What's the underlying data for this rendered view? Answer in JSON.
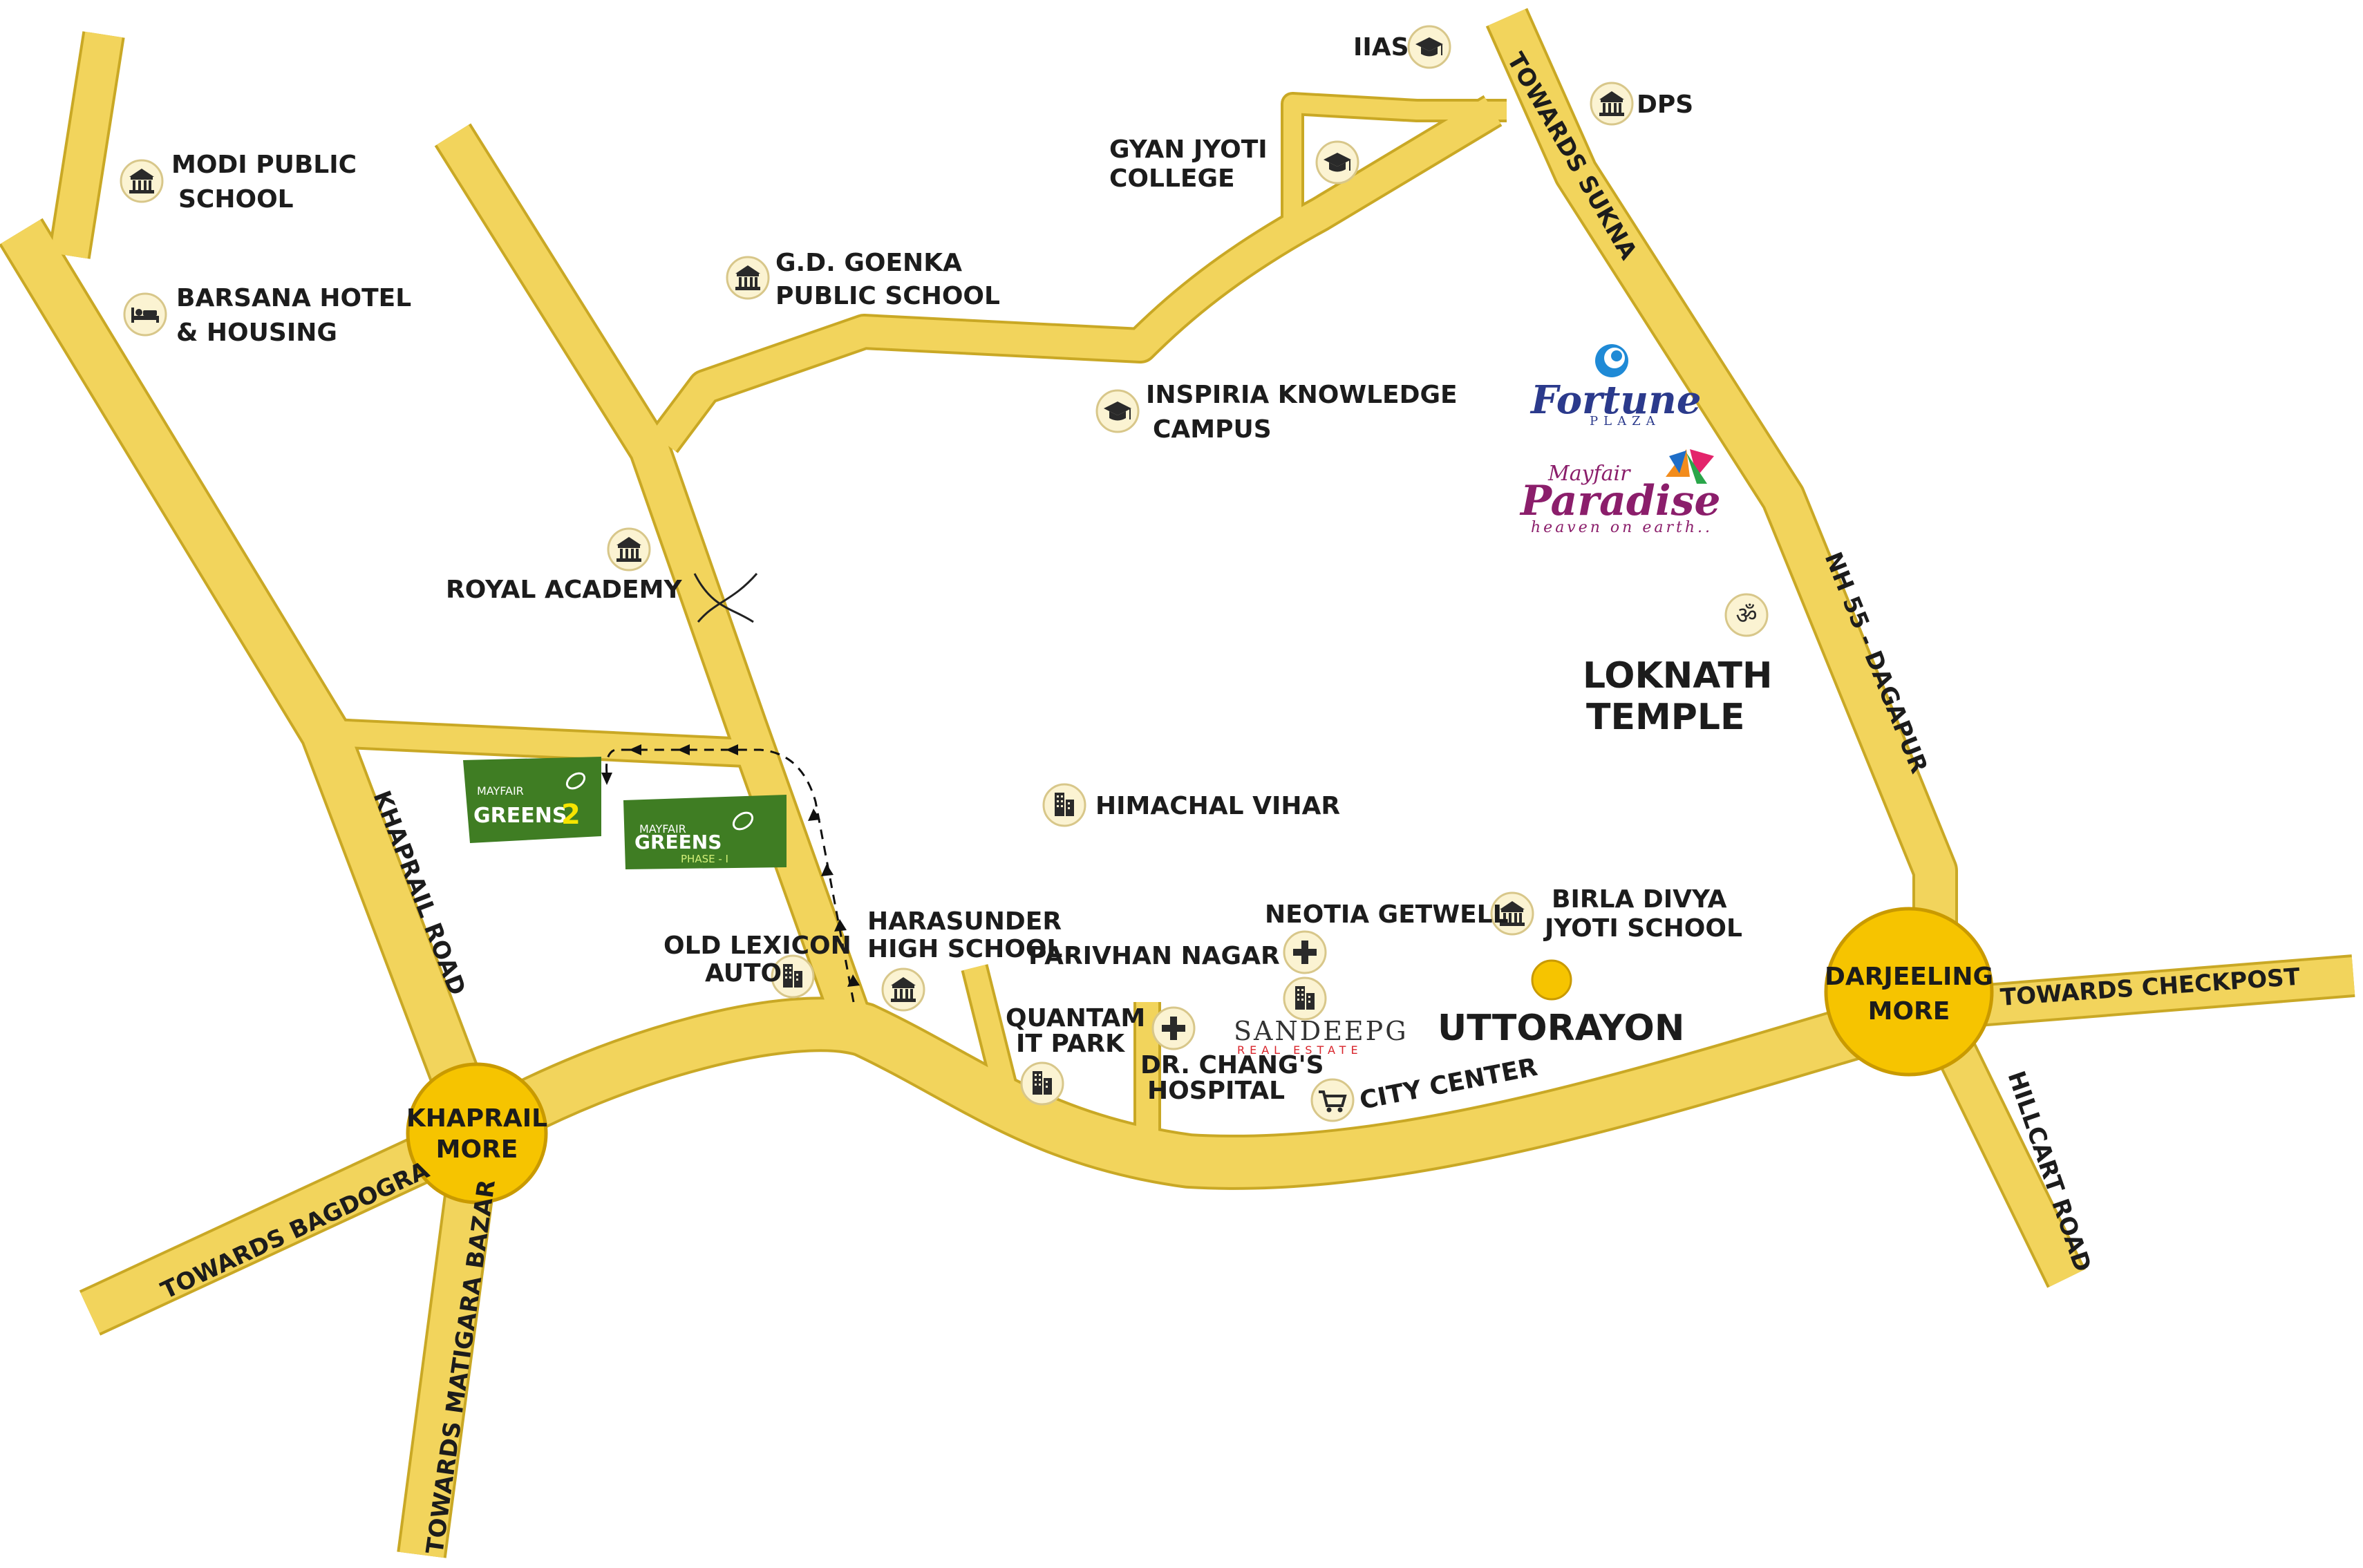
{
  "colors": {
    "road": "#f2d45c",
    "road_edge": "#c9a825",
    "junction": "#f6c400",
    "greens": "#3f7d23",
    "route_arrow": "#111111",
    "fortune_blue": "#2b3a8c",
    "paradise_purple": "#8b1e6b",
    "sandeep_red": "#d8232a"
  },
  "junctions": {
    "khaprail": {
      "line1": "KHAPRAIL",
      "line2": "MORE"
    },
    "darjeeling": {
      "line1": "DARJEELING",
      "line2": "MORE"
    }
  },
  "roads": {
    "khaprail_road": "KHAPRAIL ROAD",
    "towards_bagdogra": "TOWARDS BAGDOGRA",
    "towards_matigara": "TOWARDS MATIGARA BAZAR",
    "towards_sukna": "TOWARDS SUKNA",
    "nh55": "NH 55 - DAGAPUR",
    "towards_checkpost": "TOWARDS CHECKPOST",
    "hillcart_road": "HILLCART ROAD"
  },
  "places": {
    "modi": {
      "line1": "MODI PUBLIC",
      "line2": "SCHOOL",
      "icon": "school-building-icon"
    },
    "barsana": {
      "line1": "BARSANA HOTEL",
      "line2": "& HOUSING",
      "icon": "hotel-bed-icon"
    },
    "gd_goenka": {
      "line1": "G.D. GOENKA",
      "line2": "PUBLIC SCHOOL",
      "icon": "school-building-icon"
    },
    "gyan_jyoti": {
      "line1": "GYAN JYOTI",
      "line2": "COLLEGE",
      "icon": "graduation-cap-icon"
    },
    "iias": {
      "line1": "IIAS",
      "icon": "graduation-cap-icon"
    },
    "dps": {
      "line1": "DPS",
      "icon": "school-building-icon"
    },
    "inspiria": {
      "line1": "INSPIRIA KNOWLEDGE",
      "line2": "CAMPUS",
      "icon": "graduation-cap-icon"
    },
    "royal": {
      "line1": "ROYAL ACADEMY",
      "icon": "school-building-icon"
    },
    "loknath": {
      "line1": "LOKNATH",
      "line2": "TEMPLE",
      "icon": "om-icon"
    },
    "himachal": {
      "line1": "HIMACHAL VIHAR",
      "icon": "apartment-icon"
    },
    "birla": {
      "line1": "BIRLA DIVYA",
      "line2": "JYOTI SCHOOL",
      "icon": "school-building-icon"
    },
    "neotia": {
      "line1": "NEOTIA GETWELL",
      "icon": "hospital-cross-icon"
    },
    "uttorayon": {
      "line1": "UTTORAYON"
    },
    "city_center": {
      "line1": "CITY CENTER",
      "icon": "shopping-cart-icon"
    },
    "dr_chang": {
      "line1": "DR. CHANG'S",
      "line2": "HOSPITAL",
      "icon": "hospital-cross-icon"
    },
    "quantam": {
      "line1": "QUANTAM",
      "line2": "IT PARK",
      "icon": "apartment-icon"
    },
    "parivhan": {
      "line1": "PARIVHAN NAGAR"
    },
    "harasunder": {
      "line1": "HARASUNDER",
      "line2": "HIGH SCHOOL",
      "icon": "school-building-icon"
    },
    "old_lexicon": {
      "line1": "OLD LEXICON",
      "line2": "AUTO",
      "icon": "apartment-icon"
    }
  },
  "brands": {
    "fortune": {
      "name": "Fortune",
      "sub": "PLAZA"
    },
    "paradise": {
      "top": "Mayfair",
      "name": "Paradise",
      "tagline": "heaven on earth.."
    },
    "sandeep": {
      "name": "SANDEEPG",
      "sub": "REAL ESTATE"
    },
    "greens2": {
      "top": "MAYFAIR",
      "name": "GREENS",
      "num": "2"
    },
    "greens1": {
      "top": "MAYFAIR",
      "name": "GREENS",
      "sub": "PHASE - I"
    }
  }
}
